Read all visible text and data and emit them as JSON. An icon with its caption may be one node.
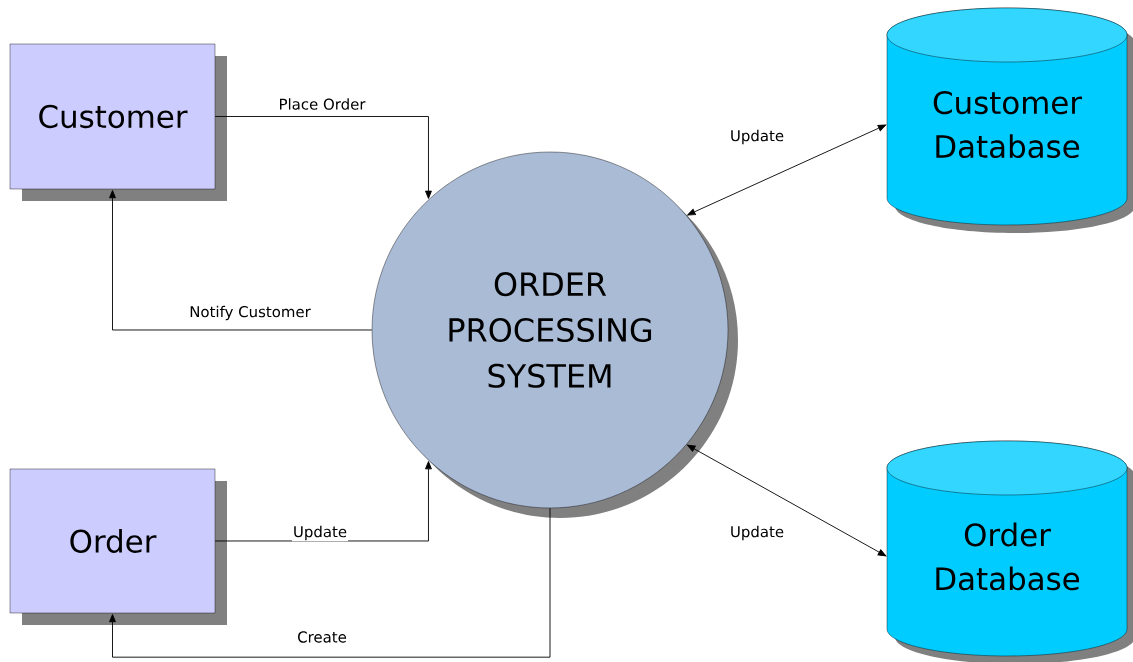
{
  "diagram": {
    "nodes": [
      {
        "text": [
          "Customer"
        ]
      },
      {
        "text": [
          "Order"
        ]
      },
      {
        "text": [
          "ORDER PROCESSING SYSTEM"
        ]
      },
      {
        "text": [
          "Customer Database"
        ]
      },
      {
        "text": [
          "Order Database"
        ]
      }
    ],
    "edges": [
      {
        "from": 0,
        "to": 2,
        "arrow": "to",
        "label": "Place Order"
      },
      {
        "from": 2,
        "to": 0,
        "arrow": "to",
        "label": "Notify Customer"
      },
      {
        "from": 1,
        "to": 2,
        "arrow": "to",
        "label": "Update"
      },
      {
        "from": 2,
        "to": 1,
        "arrow": "to",
        "label": "Create"
      },
      {
        "from": 2,
        "to": 3,
        "arrow": "both",
        "label": "Update"
      },
      {
        "from": 2,
        "to": 4,
        "arrow": "both",
        "label": "Update"
      }
    ]
  }
}
